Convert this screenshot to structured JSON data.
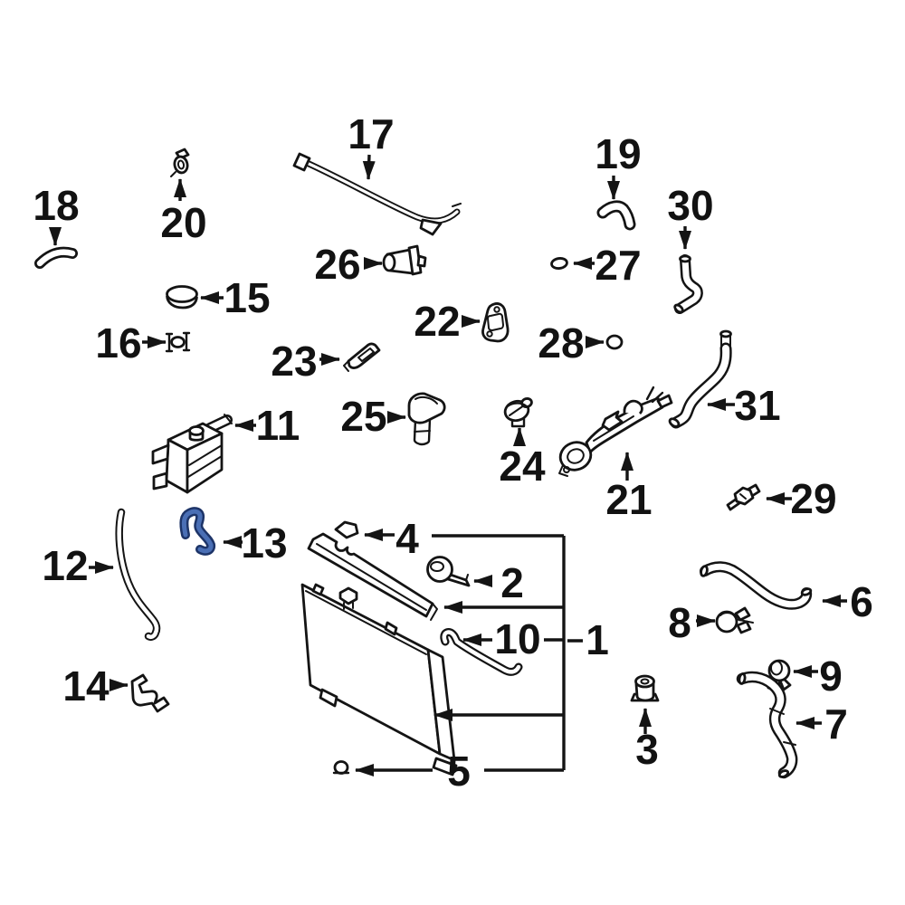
{
  "diagram": {
    "background_color": "#ffffff",
    "line_color": "#141414",
    "selected_callout": "13",
    "highlight_fill_color": "#4a6fb5",
    "highlight_outline_color": "#1d3468",
    "callouts": [
      {
        "id": "1"
      },
      {
        "id": "2"
      },
      {
        "id": "3"
      },
      {
        "id": "4"
      },
      {
        "id": "5"
      },
      {
        "id": "6"
      },
      {
        "id": "7"
      },
      {
        "id": "8"
      },
      {
        "id": "9"
      },
      {
        "id": "10"
      },
      {
        "id": "11"
      },
      {
        "id": "12"
      },
      {
        "id": "13"
      },
      {
        "id": "14"
      },
      {
        "id": "15"
      },
      {
        "id": "16"
      },
      {
        "id": "17"
      },
      {
        "id": "18"
      },
      {
        "id": "19"
      },
      {
        "id": "20"
      },
      {
        "id": "21"
      },
      {
        "id": "22"
      },
      {
        "id": "23"
      },
      {
        "id": "24"
      },
      {
        "id": "25"
      },
      {
        "id": "26"
      },
      {
        "id": "27"
      },
      {
        "id": "28"
      },
      {
        "id": "29"
      },
      {
        "id": "30"
      },
      {
        "id": "31"
      }
    ]
  }
}
